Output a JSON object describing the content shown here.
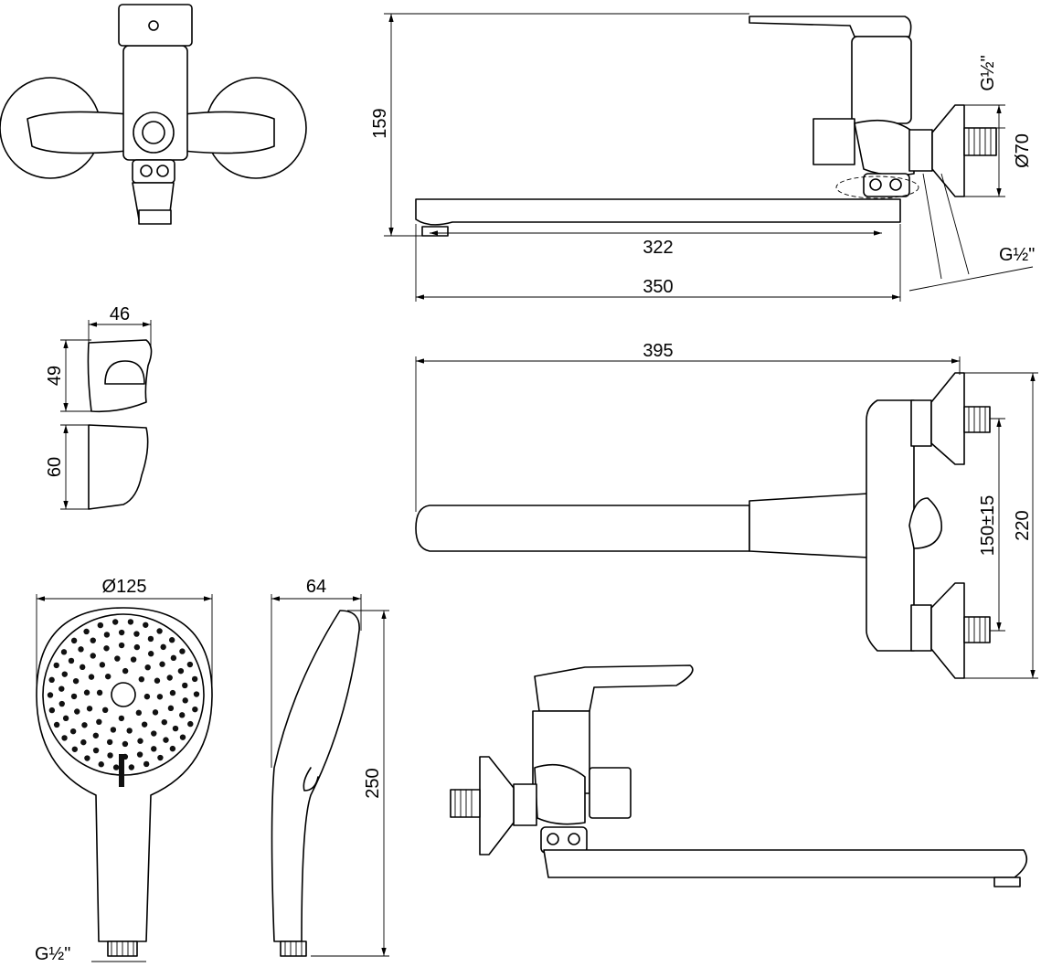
{
  "title": "Bath mixer technical drawing",
  "dimensions": {
    "top_height": "159",
    "spout_reach_inner": "322",
    "spout_reach_outer": "350",
    "thread_top": "G½\"",
    "flange_diameter": "Ø70",
    "thread_side": "G½\"",
    "holder_width": "46",
    "holder_height": "49",
    "holder_side_height": "60",
    "top_view_length": "395",
    "center_distance": "150±15",
    "top_view_depth": "220",
    "shower_head_diameter": "Ø125",
    "shower_side_width": "64",
    "shower_length": "250",
    "shower_thread": "G½\""
  },
  "colors": {
    "line": "#000000",
    "background": "#ffffff"
  }
}
